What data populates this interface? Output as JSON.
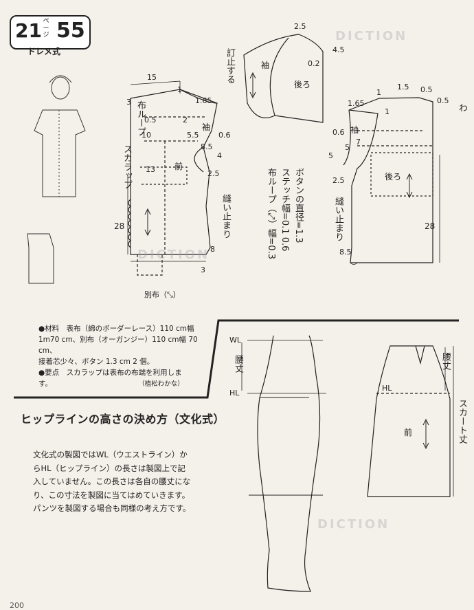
{
  "badge": {
    "left": "21",
    "page_marker": "ページ",
    "right": "55",
    "sub": "ドレメ式"
  },
  "watermark": {
    "text": "DICTION"
  },
  "materials": {
    "line1": "●材料　表布（綿のボーダーレース）110 cm幅",
    "line2": "1m70 cm、別布（オーガンジー）110 cm幅 70 cm、",
    "line3": "接着芯少々、ボタン 1.3 cm 2 個。",
    "line4": "●要点　スカラップは表布の布端を利用しま",
    "line5": "す。",
    "author": "（植松わかな）"
  },
  "section": {
    "title": "ヒップラインの高さの決め方（文化式）",
    "body": [
      "文化式の製図ではWL（ウエストライン）か",
      "らHL（ヒップライン）の長さは製図上で記",
      "入していません。この長さは各自の腰丈にな",
      "り、この寸法を製図に当てはめていきます。",
      "パンツを製図する場合も同様の考え方です。"
    ]
  },
  "front_pattern": {
    "label_mae": "前",
    "label_sode": "袖",
    "nuno_loop": "布ループ",
    "scallop": "スカラップ",
    "nuitomari": "縫い止まり",
    "nums": [
      "15",
      "1",
      "1.65",
      "3",
      "0.5",
      "2",
      "10",
      "5.5",
      "0.6",
      "8.5",
      "4",
      "13",
      "2.5",
      "28",
      "8",
      "3"
    ],
    "betsununo": "別布（⤡）"
  },
  "sleeve_pattern": {
    "label_sode": "袖",
    "label_ushiro": "後ろ",
    "kiridome": "訂止する",
    "nums": [
      "2.5",
      "4.5",
      "0.2"
    ]
  },
  "center_notes": [
    "ボタンの直径=1.3",
    "ステッチ幅=0.1 0.6",
    "布ループ（⤢）幅=0.3"
  ],
  "back_pattern": {
    "label_ushiro": "後ろ",
    "label_sode": "袖",
    "nuitomari": "縫い止まり",
    "wa": "わ",
    "nums": [
      "1.5",
      "0.5",
      "1.65",
      "1",
      "0.5",
      "1",
      "0.6",
      "5",
      "7",
      "5",
      "2.5",
      "28",
      "8.5"
    ]
  },
  "skirt_diagram": {
    "wl": "WL",
    "hl": "HL",
    "koshitake": "腰丈",
    "mae": "前",
    "skirt_length": "スカート丈"
  },
  "page_number": "200"
}
